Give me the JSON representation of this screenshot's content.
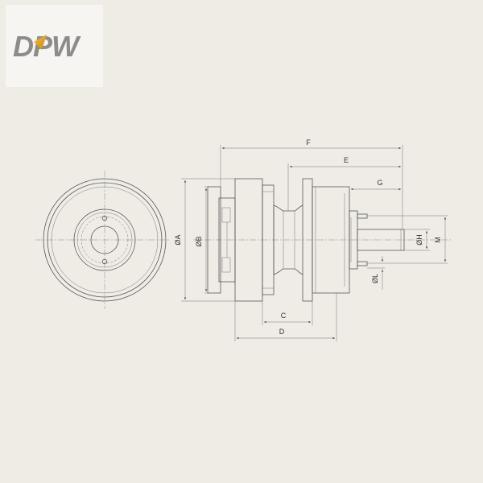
{
  "logo": {
    "text": "DPW",
    "color_primary": "#8c8c8c",
    "color_accent": "#e0a21c"
  },
  "dimensions": {
    "F": "F",
    "E": "E",
    "G": "G",
    "A": "ØA",
    "B": "ØB",
    "C": "C",
    "D": "D",
    "H": "ØH",
    "M": "M",
    "L": "ØL"
  }
}
